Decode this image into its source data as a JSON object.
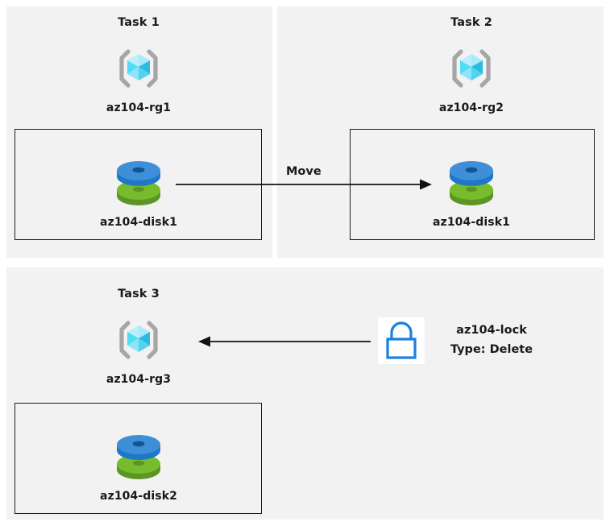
{
  "diagram": {
    "title": "Azure AZ-104 resource group tasks diagram",
    "background": "#ffffff",
    "panel_background": "#f2f2f2",
    "box_border_color": "#1b1b1b",
    "text_color": "#1a1a1a"
  },
  "panels": [
    {
      "id": "task1",
      "title": "Task 1",
      "resource_group": {
        "label": "az104-rg1",
        "icon": "resource-group-cube-icon"
      },
      "box": {
        "resource": {
          "label": "az104-disk1",
          "icon": "managed-disk-icon"
        }
      }
    },
    {
      "id": "task2",
      "title": "Task 2",
      "resource_group": {
        "label": "az104-rg2",
        "icon": "resource-group-cube-icon"
      },
      "box": {
        "resource": {
          "label": "az104-disk1",
          "icon": "managed-disk-icon"
        }
      }
    },
    {
      "id": "task3",
      "title": "Task 3",
      "resource_group": {
        "label": "az104-rg3",
        "icon": "resource-group-cube-icon"
      },
      "box": {
        "resource": {
          "label": "az104-disk2",
          "icon": "managed-disk-icon"
        }
      }
    }
  ],
  "connectors": {
    "move": {
      "label": "Move",
      "direction": "right",
      "from": "az104-disk1 in az104-rg1",
      "to": "az104-rg2"
    },
    "lock_arrow": {
      "label": "",
      "direction": "left",
      "from": "az104-lock",
      "to": "az104-rg3"
    }
  },
  "lock": {
    "icon": "padlock-icon",
    "name": "az104-lock",
    "type_line": "Type: Delete",
    "color": "#1a7fe0"
  },
  "colors": {
    "cube_light": "#9fe8fb",
    "cube_mid": "#3fd6f2",
    "cube_dark": "#22b8dd",
    "cube_bracket": "#a6a6a6",
    "disk_blue_top": "#3e8fd8",
    "disk_blue_side": "#1e77c8",
    "disk_green_top": "#76bc2d",
    "disk_green_side": "#5c9425",
    "lock_blue": "#1a7fe0",
    "arrow_black": "#111111"
  }
}
